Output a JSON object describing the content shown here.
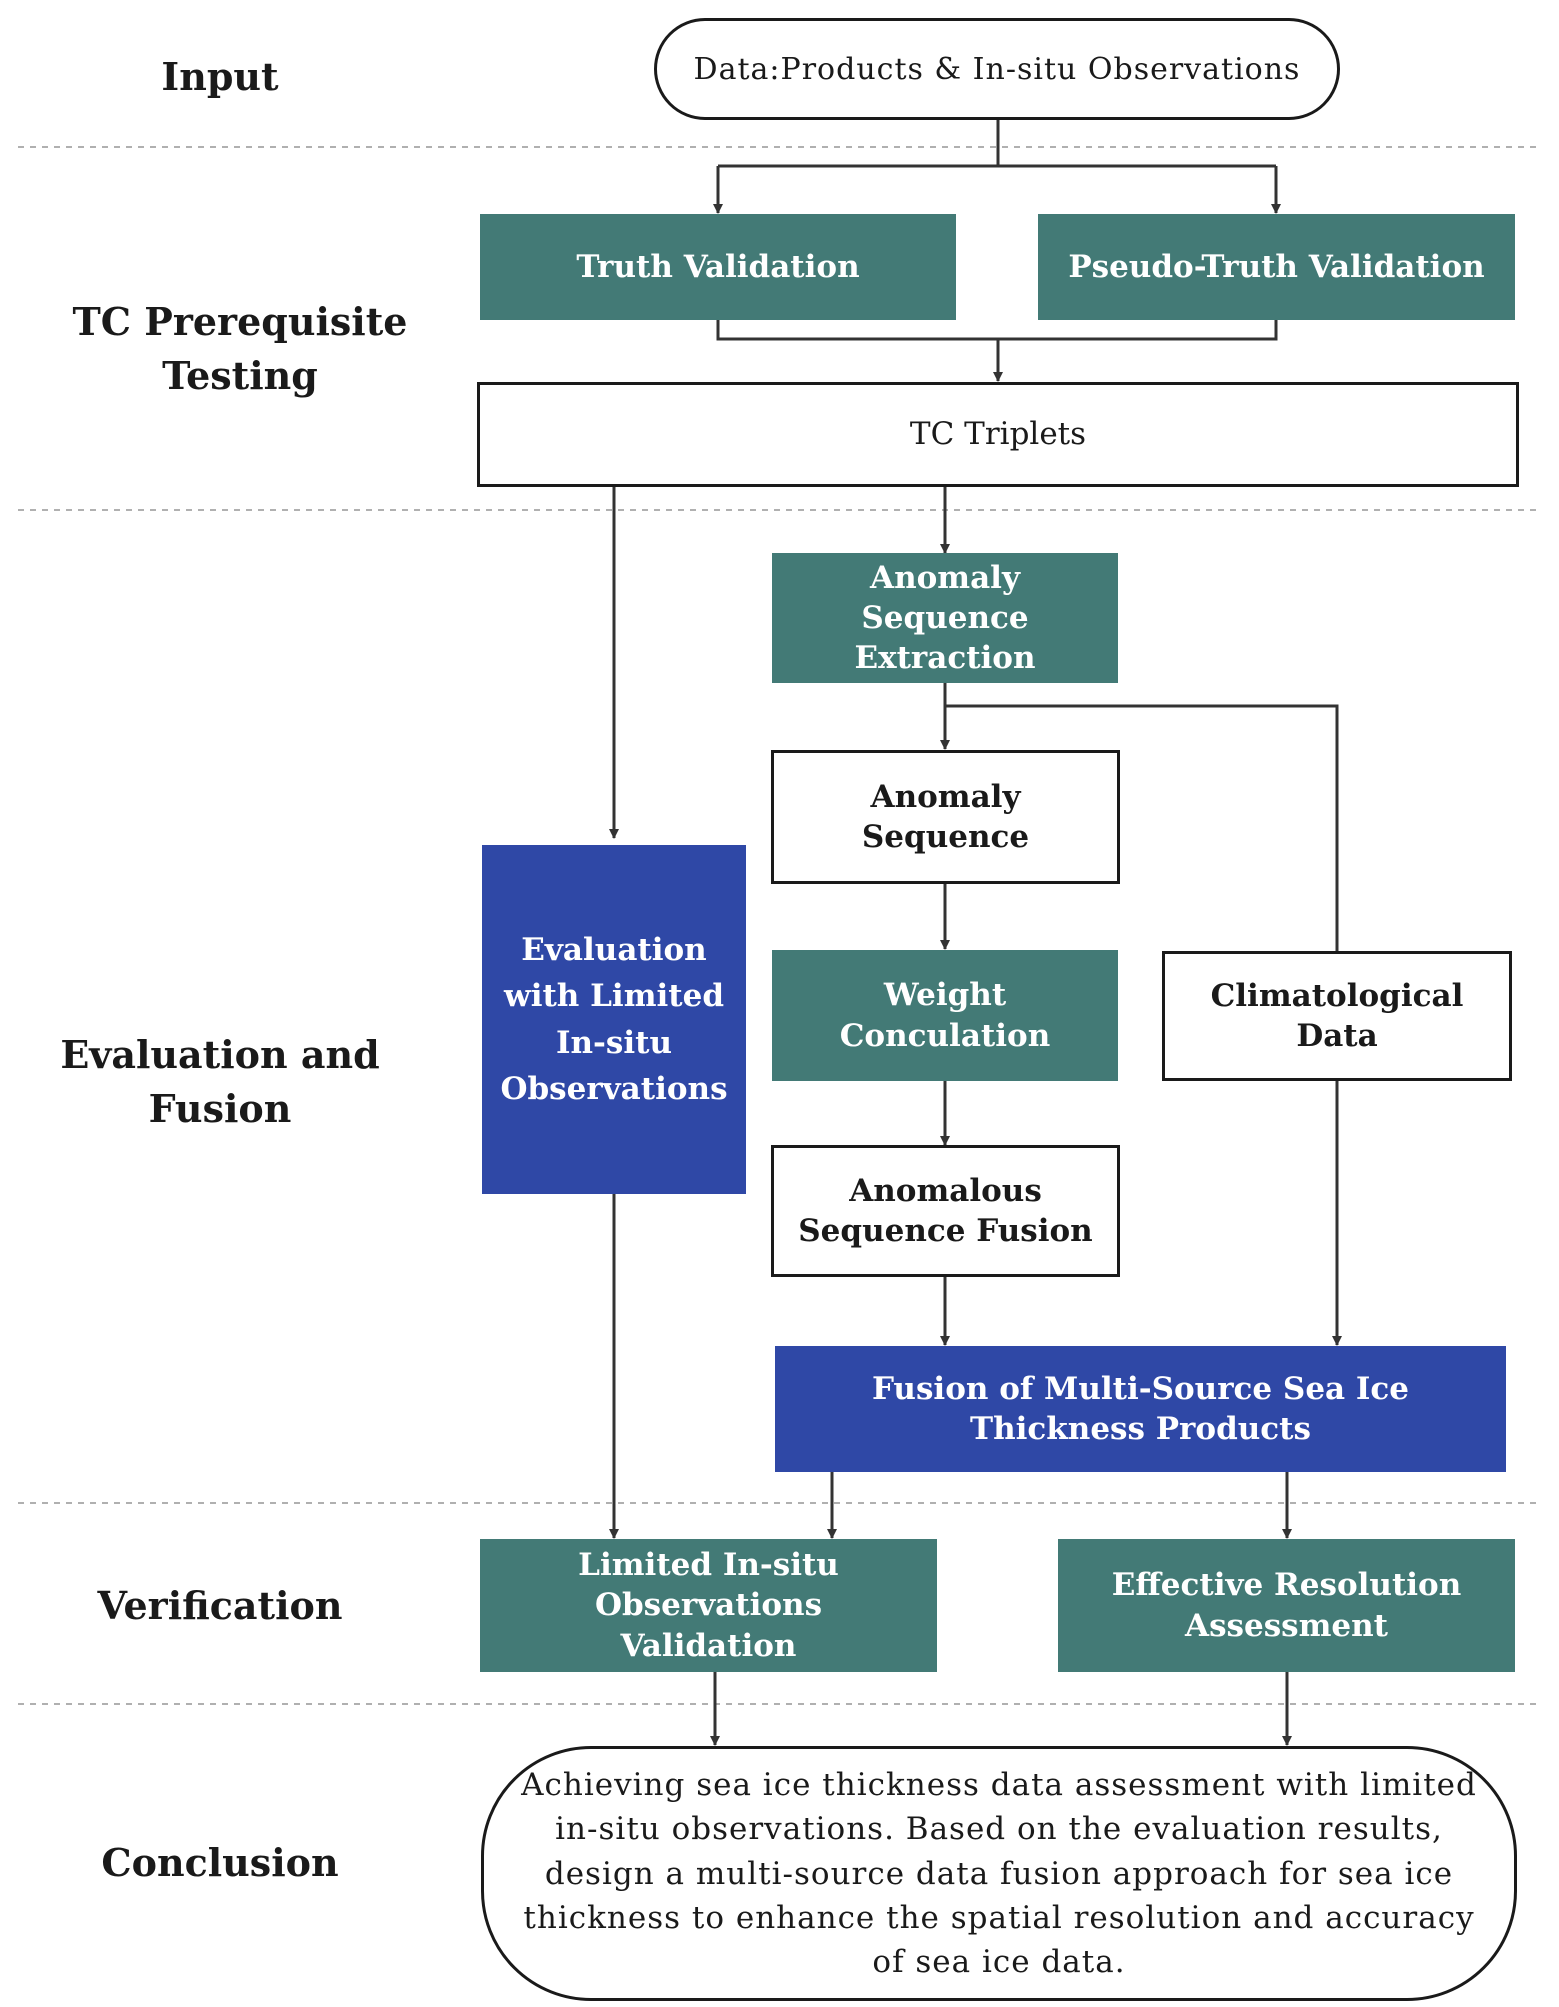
{
  "stages": {
    "input": "Input",
    "tc_prerequisite_line1": "TC Prerequisite",
    "tc_prerequisite_line2": "Testing",
    "evaluation_line1": "Evaluation and",
    "evaluation_line2": "Fusion",
    "verification": "Verification",
    "conclusion": "Conclusion"
  },
  "nodes": {
    "data_input": "Data:Products & In-situ Observations",
    "truth_validation": "Truth Validation",
    "pseudo_truth_validation": "Pseudo-Truth Validation",
    "tc_triplets": "TC Triplets",
    "anomaly_sequence_extraction": "Anomaly Sequence Extraction",
    "anomaly_sequence": "Anomaly Sequence",
    "weight_conculation": "Weight Conculation",
    "anomalous_sequence_fusion": "Anomalous Sequence Fusion",
    "climatological_data": "Climatological Data",
    "evaluation_limited": "Evaluation with Limited In-situ Observations",
    "fusion_products": "Fusion of Multi-Source Sea Ice Thickness Products",
    "limited_validation": "Limited In-situ Observations Validation",
    "effective_resolution": "Effective Resolution Assessment",
    "conclusion_text": "Achieving sea ice thickness data assessment with limited in-situ observations. Based on the evaluation results, design a multi-source data fusion approach for sea ice thickness to enhance the spatial resolution and accuracy of sea ice data."
  },
  "colors": {
    "teal": "#437a76",
    "blue": "#2f48a6",
    "line": "#333333",
    "divider": "#b0b0b0"
  }
}
